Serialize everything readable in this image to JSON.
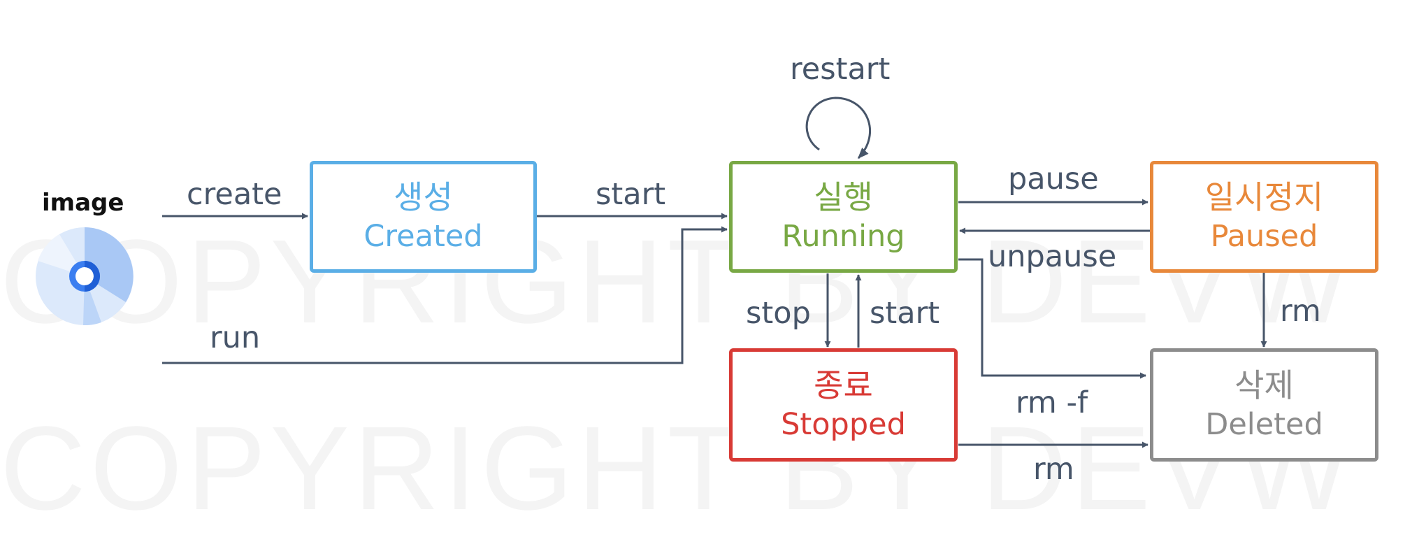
{
  "watermark": {
    "line1": "COPYRIGHT BY DEVW",
    "line2": "COPYRIGHT BY DEVW"
  },
  "image": {
    "label": "image",
    "icon": "disc-icon"
  },
  "states": {
    "created": {
      "ko": "생성",
      "en": "Created",
      "color": "#5aaee6"
    },
    "running": {
      "ko": "실행",
      "en": "Running",
      "color": "#78a844"
    },
    "paused": {
      "ko": "일시정지",
      "en": "Paused",
      "color": "#e8883a"
    },
    "stopped": {
      "ko": "종료",
      "en": "Stopped",
      "color": "#d83a35"
    },
    "deleted": {
      "ko": "삭제",
      "en": "Deleted",
      "color": "#8c8c8c"
    }
  },
  "transitions": {
    "create": "create",
    "start_created_running": "start",
    "run": "run",
    "restart": "restart",
    "pause": "pause",
    "unpause": "unpause",
    "stop": "stop",
    "start_stopped_running": "start",
    "rm_force": "rm -f",
    "rm_paused": "rm",
    "rm_stopped": "rm"
  },
  "colors": {
    "arrow": "#475569",
    "disc_light": "#dce9fb",
    "disc_mid": "#a9c8f5",
    "disc_hub": "#3b7ef0"
  }
}
